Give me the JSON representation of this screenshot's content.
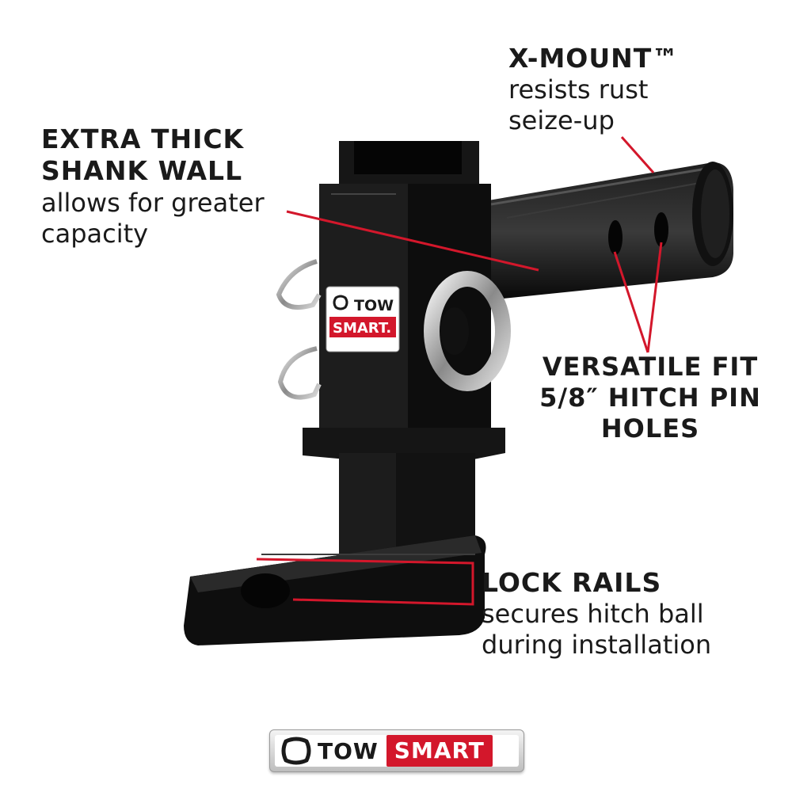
{
  "callouts": {
    "xmount": {
      "title": "X-MOUNT™",
      "desc_lines": [
        "resists rust",
        "seize-up"
      ]
    },
    "shank": {
      "title_lines": [
        "EXTRA THICK",
        "SHANK WALL"
      ],
      "desc_lines": [
        "allows for greater",
        "capacity"
      ]
    },
    "fit": {
      "title_lines": [
        "VERSATILE FIT",
        "5/8″ HITCH PIN",
        "HOLES"
      ]
    },
    "lock": {
      "title": "LOCK RAILS",
      "desc_lines": [
        "secures hitch ball",
        "during installation"
      ]
    }
  },
  "sticker": {
    "tow": "TOW",
    "smart": "SMART."
  },
  "brand": {
    "tow": "TOW",
    "smart": "SMART"
  },
  "colors": {
    "accent": "#d3172b",
    "metal": "#111111",
    "background": "#ffffff"
  },
  "icons": [
    "tow-smart-logo-icon",
    "hitch-pin-clip-icon",
    "d-ring-icon"
  ]
}
